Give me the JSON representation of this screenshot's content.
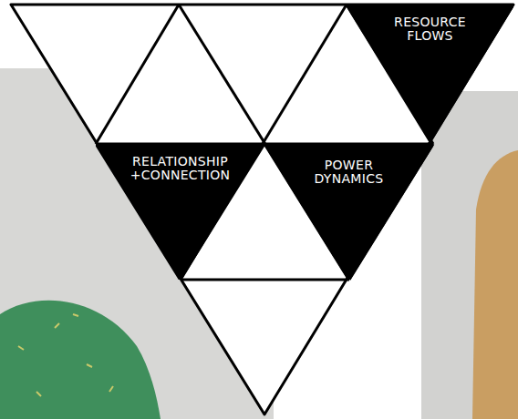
{
  "diagram": {
    "nodes": [
      {
        "text": [
          "RESOURCE FLOWS"
        ]
      },
      {
        "text": [
          "RELATIONSHIP +CONNECTION"
        ]
      },
      {
        "text": [
          "POWER DYNAMICS"
        ]
      }
    ]
  }
}
